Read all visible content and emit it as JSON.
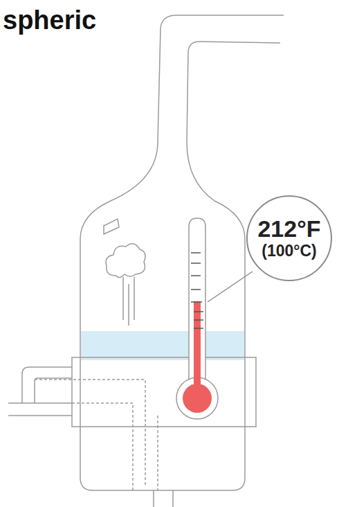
{
  "diagram": {
    "title": "spheric",
    "nodes": [
      {
        "text": [
          "212°F",
          "(100°C)"
        ]
      }
    ]
  }
}
